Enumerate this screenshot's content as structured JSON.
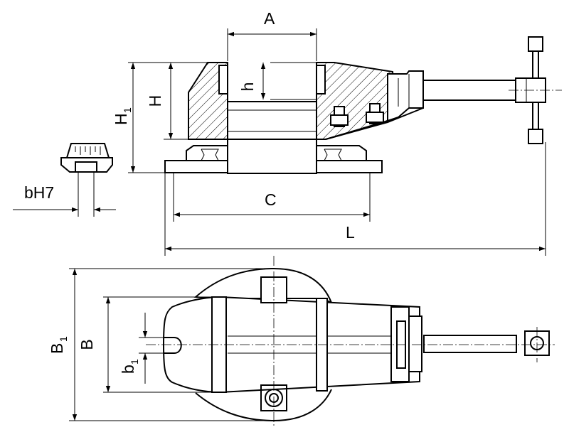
{
  "labels": {
    "A": "A",
    "h": "h",
    "H": "H",
    "H1_main": "H",
    "H1_sub": "1",
    "C": "C",
    "L": "L",
    "bH7": "bH7",
    "B": "B",
    "B1_main": "B",
    "B1_sub": "1",
    "b1_main": "b",
    "b1_sub": "1"
  }
}
